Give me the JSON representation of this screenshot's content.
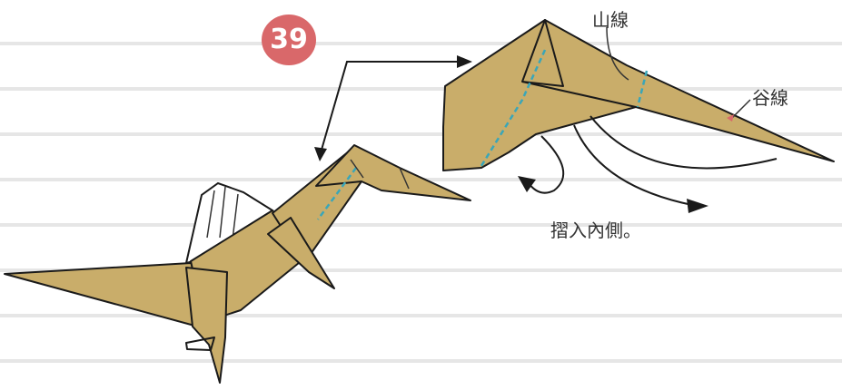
{
  "step_number": "39",
  "labels": {
    "mountain_fold": "山線",
    "valley_fold": "谷線",
    "instruction": "摺入內側。"
  },
  "colors": {
    "paper": "#c9ad6a",
    "fold_line": "#3aa6b8",
    "badge": "#d9686a"
  }
}
